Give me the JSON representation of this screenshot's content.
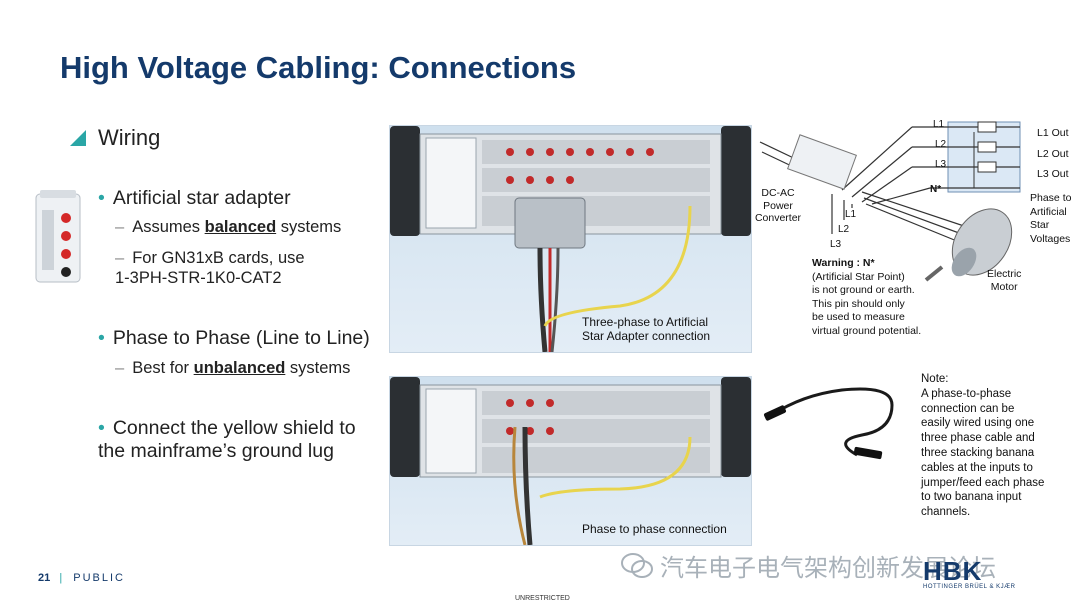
{
  "slide": {
    "title": "High Voltage Cabling: Connections",
    "heading": "Wiring",
    "bullets": {
      "artificial_star": "Artificial star adapter",
      "balanced_pre": "Assumes ",
      "balanced_em": "balanced",
      "balanced_post": " systems",
      "gn31_line1": "For GN31xB cards, use",
      "gn31_line2": "1-3PH-STR-1K0-CAT2",
      "phase_to_phase": "Phase to Phase (Line to Line)",
      "unbalanced_pre": "Best for ",
      "unbalanced_em": "unbalanced",
      "unbalanced_post": " systems",
      "shield_line1": "Connect the yellow shield to",
      "shield_line2": "the mainframe’s ground lug"
    }
  },
  "figures": {
    "top_caption_1": "Three-phase to Artificial",
    "top_caption_2": "Star Adapter connection",
    "bottom_caption": "Phase to phase connection",
    "diagram": {
      "l1": "L1",
      "l2": "L2",
      "l3": "L3",
      "n_star": "N*",
      "l1_out": "L1 Out",
      "l2_out": "L2 Out",
      "l3_out": "L3 Out",
      "dcac_1": "DC-AC",
      "dcac_2": "Power",
      "dcac_3": "Converter",
      "phase_1": "Phase to",
      "phase_2": "Artificial",
      "phase_3": "Star",
      "phase_4": "Voltages",
      "motor_1": "Electric",
      "motor_2": "Motor",
      "warn_title": "Warning : N*",
      "warn_1": "(Artificial Star Point)",
      "warn_2": "is not ground or earth.",
      "warn_3": "This pin should only",
      "warn_4": "be used to measure",
      "warn_5": "virtual ground potential."
    },
    "note": {
      "title": "Note:",
      "l1": "A phase-to-phase",
      "l2": "connection can be",
      "l3": "easily wired using one",
      "l4": "three phase cable and",
      "l5": "three stacking banana",
      "l6": "cables at the inputs to",
      "l7": "jumper/feed each phase",
      "l8": "to two banana input",
      "l9": "channels."
    }
  },
  "footer": {
    "page": "21",
    "label": "PUBLIC",
    "classification": "UNRESTRICTED",
    "watermark": "汽车电子电气架构创新发展论坛",
    "logo_text": "HBK",
    "logo_sub": "HOTTINGER BRÜEL & KJÆR"
  },
  "colors": {
    "title": "#143a6b",
    "accent": "#2aa6a6",
    "shield": "#e8d44d"
  }
}
